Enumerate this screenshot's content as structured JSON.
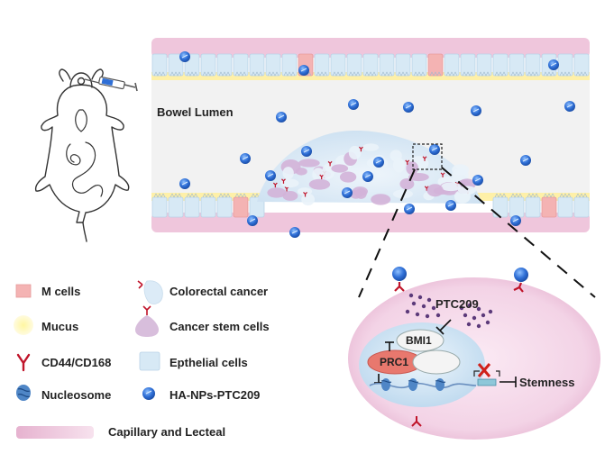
{
  "diagram": {
    "lumen_label": "Bowel Lumen",
    "pathway": {
      "drug": "PTC209",
      "complex_upper": "BMI1",
      "complex_lower": "PRC1",
      "outcome": "Stemness"
    },
    "legend": {
      "left": [
        {
          "label": "M cells",
          "icon": "m-cell-icon"
        },
        {
          "label": "Mucus",
          "icon": "mucus-icon"
        },
        {
          "label": "CD44/CD168",
          "icon": "receptor-icon"
        },
        {
          "label": "Nucleosome",
          "icon": "nucleosome-icon"
        }
      ],
      "right": [
        {
          "label": "Colorectal cancer",
          "icon": "colorectal-cancer-icon"
        },
        {
          "label": "Cancer stem cells",
          "icon": "cancer-stem-cell-icon"
        },
        {
          "label": "Epthelial cells",
          "icon": "epithelial-cell-icon"
        },
        {
          "label": "HA-NPs-PTC209",
          "icon": "nanoparticle-icon"
        }
      ],
      "bottom": {
        "label": "Capillary and Lecteal",
        "icon": "capillary-icon"
      }
    },
    "colors": {
      "nanoparticle": "#2f6fd6",
      "pink_band": "#efc6dc",
      "epithelium": "#d7e9f5",
      "mucus": "#fff2a6",
      "m_cell": "#f4b3b3",
      "receptor": "#c0142a",
      "nucleus": "#d6e7f5",
      "cell_body": "#f7e0ee"
    }
  }
}
